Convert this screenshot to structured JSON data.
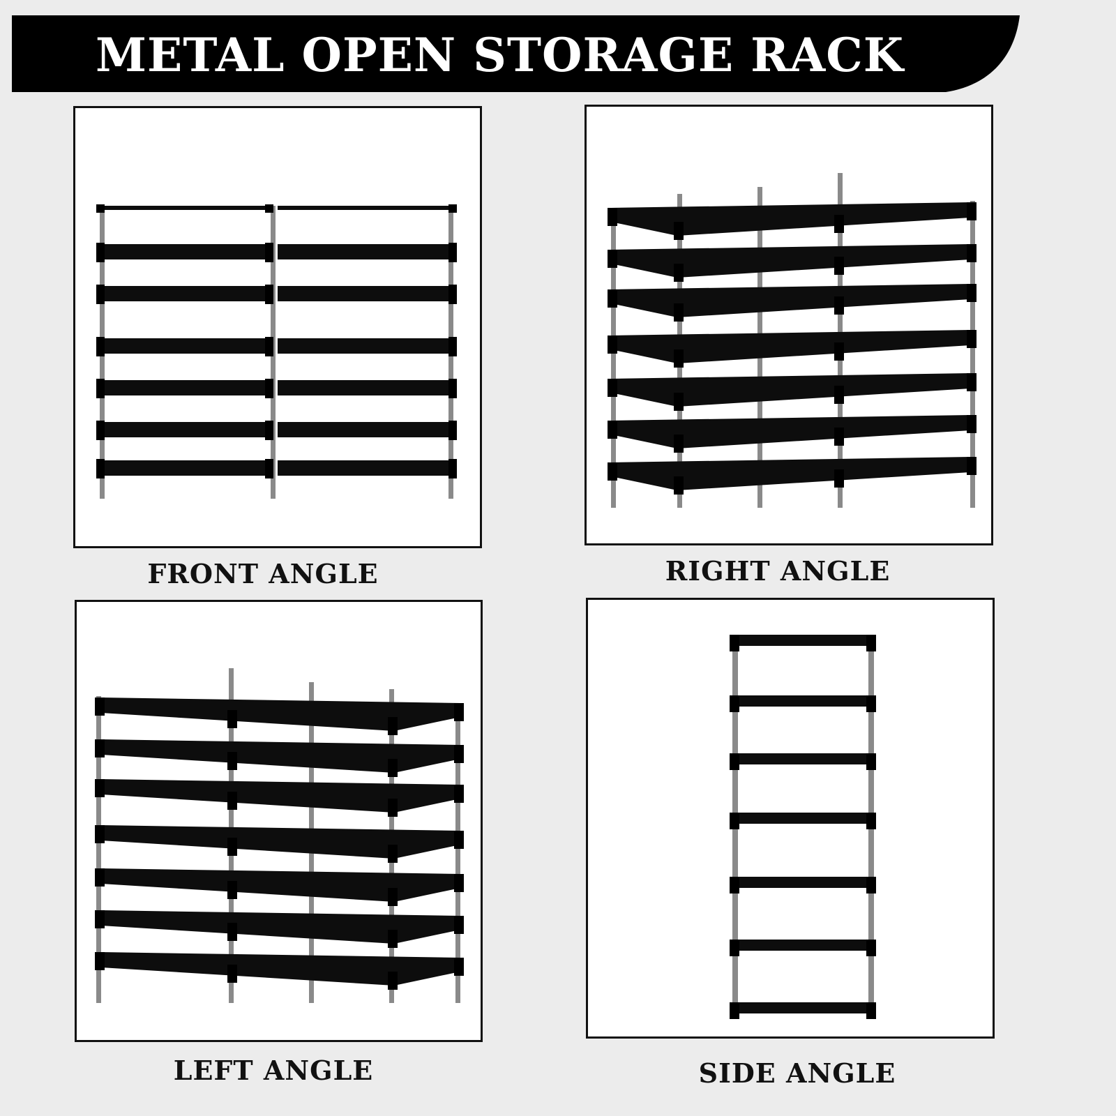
{
  "title": "METAL OPEN STORAGE RACK",
  "views": [
    {
      "label": "FRONT ANGLE"
    },
    {
      "label": "RIGHT ANGLE"
    },
    {
      "label": "LEFT ANGLE"
    },
    {
      "label": "SIDE ANGLE"
    }
  ],
  "colors": {
    "banner": "#000000",
    "shelf": "#0d0d0d",
    "pole": "#8a8a8a",
    "background": "#ececec"
  }
}
